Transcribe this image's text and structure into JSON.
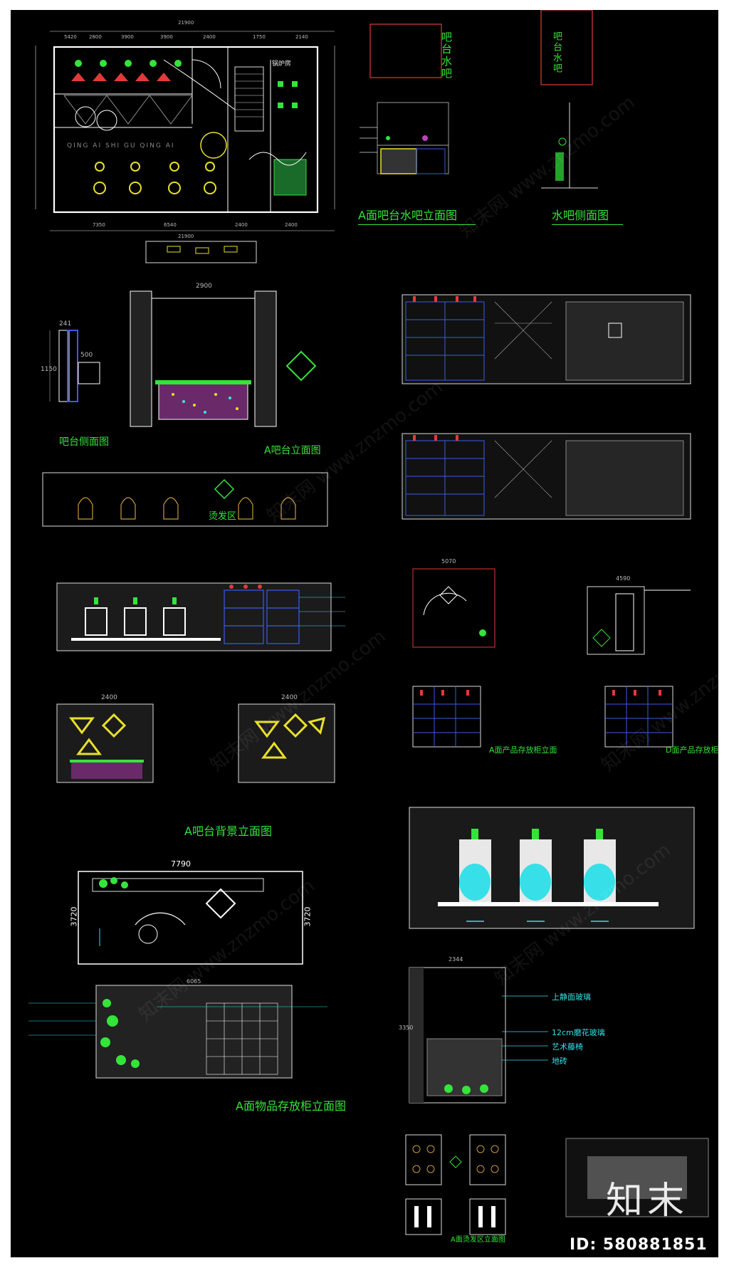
{
  "plan": {
    "room_label": "锅炉房",
    "pattern_text": "QING AI SHI GU QING AI",
    "dims_top": [
      "21900",
      "5420",
      "2800",
      "3900",
      "3900",
      "2400",
      "1750",
      "2140"
    ],
    "dims_bottom": [
      "21900",
      "7350",
      "6540",
      "2400",
      "2400"
    ]
  },
  "views": {
    "bar_water_elev": "A面吧台水吧立面图",
    "water_bar_side": "水吧侧面图",
    "vertical_label": "吧台水吧",
    "bar_side": "吧台侧面图",
    "bar_elev": "A吧台立面图",
    "perm_area": "烫发区",
    "bar_bg_elev": "A吧台背景立面图",
    "storage_a": "A面产品存放柜立面",
    "storage_d": "D面产品存放柜立",
    "item_cabinet": "A面物品存放柜立面图",
    "area_elev": "A面烫发区立面图"
  },
  "materials": [
    "上静面玻璃",
    "12cm磨花玻璃",
    "艺术藤椅",
    "地砖"
  ],
  "dims": {
    "w2900": "2900",
    "w2400": "2400",
    "w7790": "7790",
    "h3720": "3720",
    "w5070": "5070",
    "w4590": "4590",
    "w2344": "2344",
    "h3350": "3350",
    "w6065": "6065",
    "h1150": "1150",
    "w500": "500",
    "w241": "241"
  },
  "brand_mark": "知末",
  "id_text": "ID: 580881851",
  "watermarks": [
    "知末网 www.znzmo.com"
  ],
  "colors": {
    "green": "#35e43a",
    "white": "#ffffff",
    "cyan": "#37e0e8",
    "red": "#e23a3a",
    "yellow": "#e8e02a",
    "blue": "#3a5ce8"
  }
}
